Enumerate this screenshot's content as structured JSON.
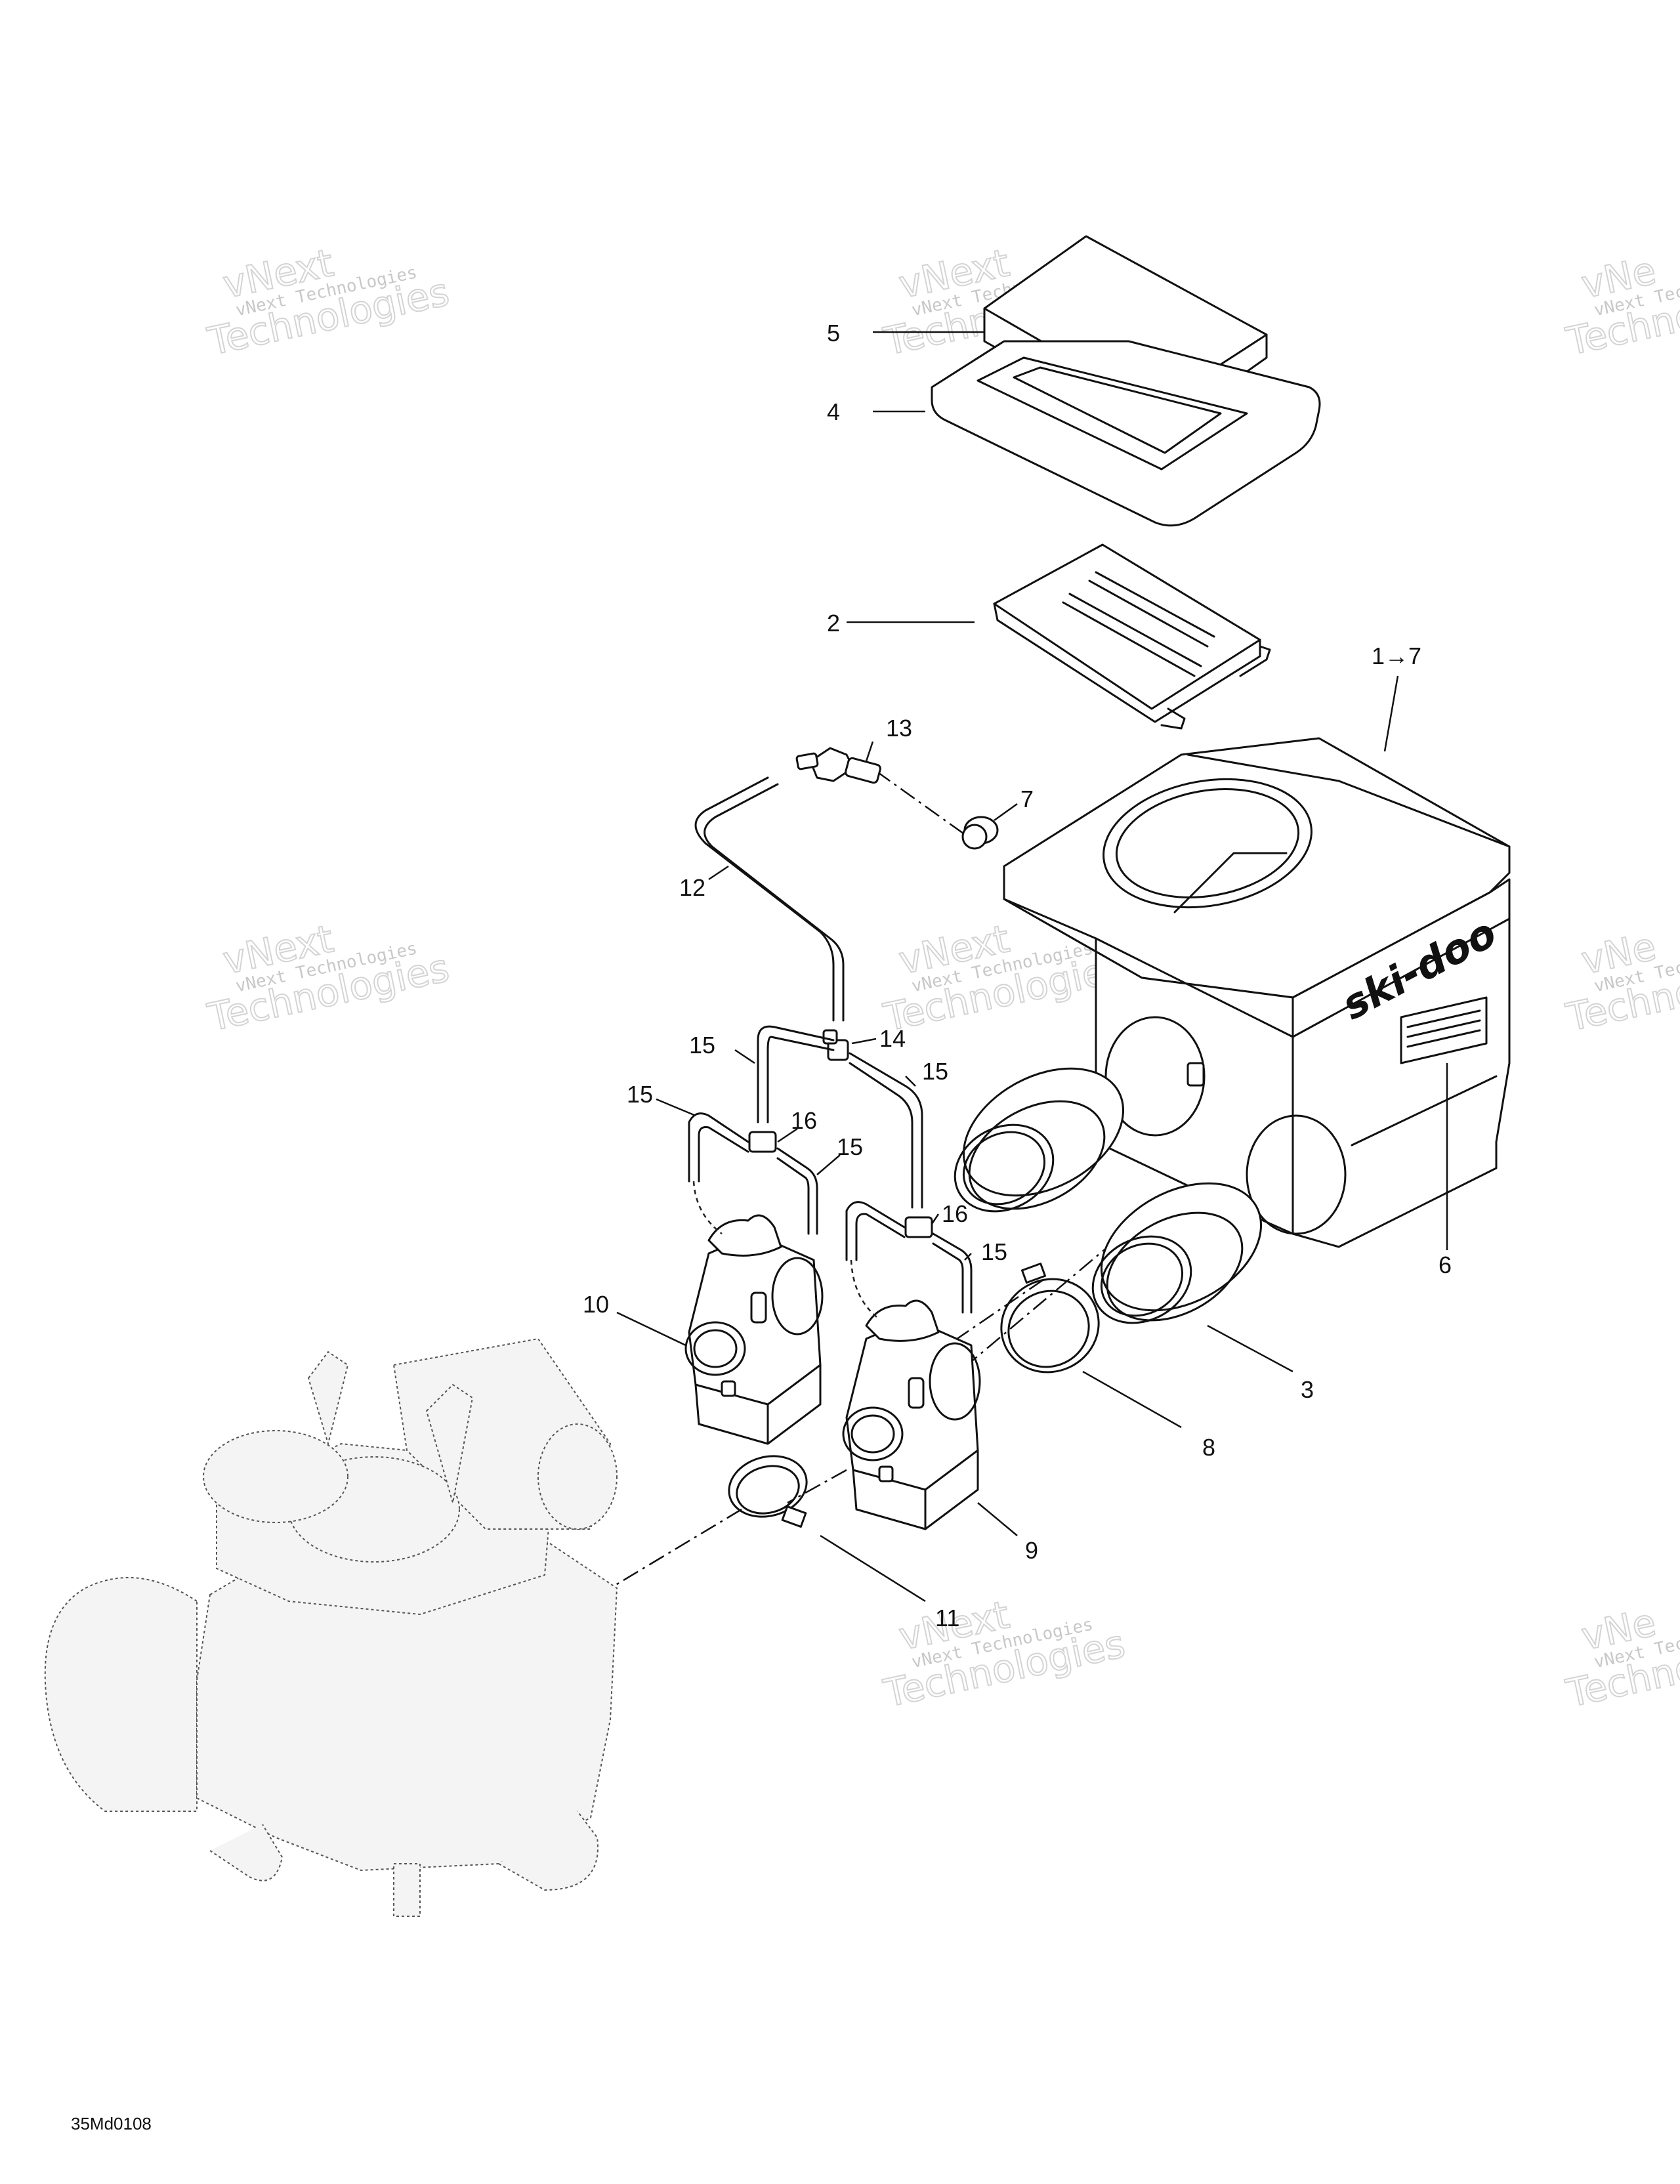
{
  "callouts": [
    {
      "id": "5",
      "text": "5"
    },
    {
      "id": "4",
      "text": "4"
    },
    {
      "id": "2",
      "text": "2"
    },
    {
      "id": "1-7",
      "text": "1→7"
    },
    {
      "id": "13",
      "text": "13"
    },
    {
      "id": "7",
      "text": "7"
    },
    {
      "id": "12",
      "text": "12"
    },
    {
      "id": "15a",
      "text": "15"
    },
    {
      "id": "14",
      "text": "14"
    },
    {
      "id": "15b",
      "text": "15"
    },
    {
      "id": "15c",
      "text": "15"
    },
    {
      "id": "16a",
      "text": "16"
    },
    {
      "id": "15d",
      "text": "15"
    },
    {
      "id": "16b",
      "text": "16"
    },
    {
      "id": "15e",
      "text": "15"
    },
    {
      "id": "10",
      "text": "10"
    },
    {
      "id": "6",
      "text": "6"
    },
    {
      "id": "3",
      "text": "3"
    },
    {
      "id": "8",
      "text": "8"
    },
    {
      "id": "9",
      "text": "9"
    },
    {
      "id": "11",
      "text": "11"
    }
  ],
  "drawing_code": "35Md0108",
  "logo_text": "ski-doo",
  "watermark": {
    "line1": "vNext",
    "line2": "vNext Technologies",
    "line3": "Technologies",
    "cropped_line1": "vNe",
    "cropped_line2": "vNext Tec",
    "cropped_line3": "Techno"
  }
}
